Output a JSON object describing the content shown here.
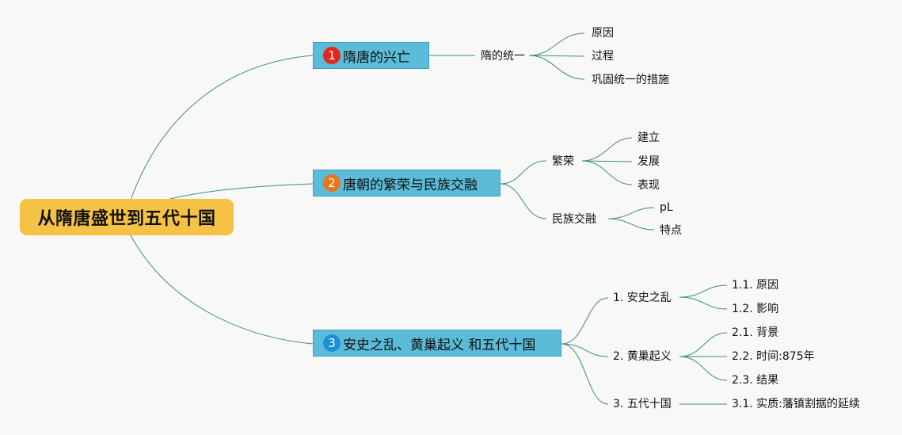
{
  "root": {
    "title": "从隋唐盛世到五代十国"
  },
  "colors": {
    "root": "#f5c245",
    "branch": "#5bbcd9",
    "line": "#3e8e7e",
    "num1": "#e0281b",
    "num2": "#e8761e",
    "num3": "#1e8fd6"
  },
  "branches": [
    {
      "num": "1",
      "label": "隋唐的兴亡",
      "children": [
        {
          "label": "隋的统一",
          "children": [
            {
              "label": "原因"
            },
            {
              "label": "过程"
            },
            {
              "label": "巩固统一的措施"
            }
          ]
        }
      ]
    },
    {
      "num": "2",
      "label": "唐朝的繁荣与民族交融",
      "children": [
        {
          "label": "繁荣",
          "children": [
            {
              "label": "建立"
            },
            {
              "label": "发展"
            },
            {
              "label": "表现"
            }
          ]
        },
        {
          "label": "民族交融",
          "children": [
            {
              "label": "pL"
            },
            {
              "label": "特点"
            }
          ]
        }
      ]
    },
    {
      "num": "3",
      "label": "安史之乱、黄巢起义 和五代十国",
      "children": [
        {
          "label": "1. 安史之乱",
          "children": [
            {
              "label": "1.1. 原因"
            },
            {
              "label": "1.2. 影响"
            }
          ]
        },
        {
          "label": "2. 黄巢起义",
          "children": [
            {
              "label": "2.1. 背景"
            },
            {
              "label": "2.2. 时间:875年"
            },
            {
              "label": "2.3. 结果"
            }
          ]
        },
        {
          "label": "3. 五代十国",
          "children": [
            {
              "label": "3.1. 实质:藩镇割据的延续"
            }
          ]
        }
      ]
    }
  ]
}
